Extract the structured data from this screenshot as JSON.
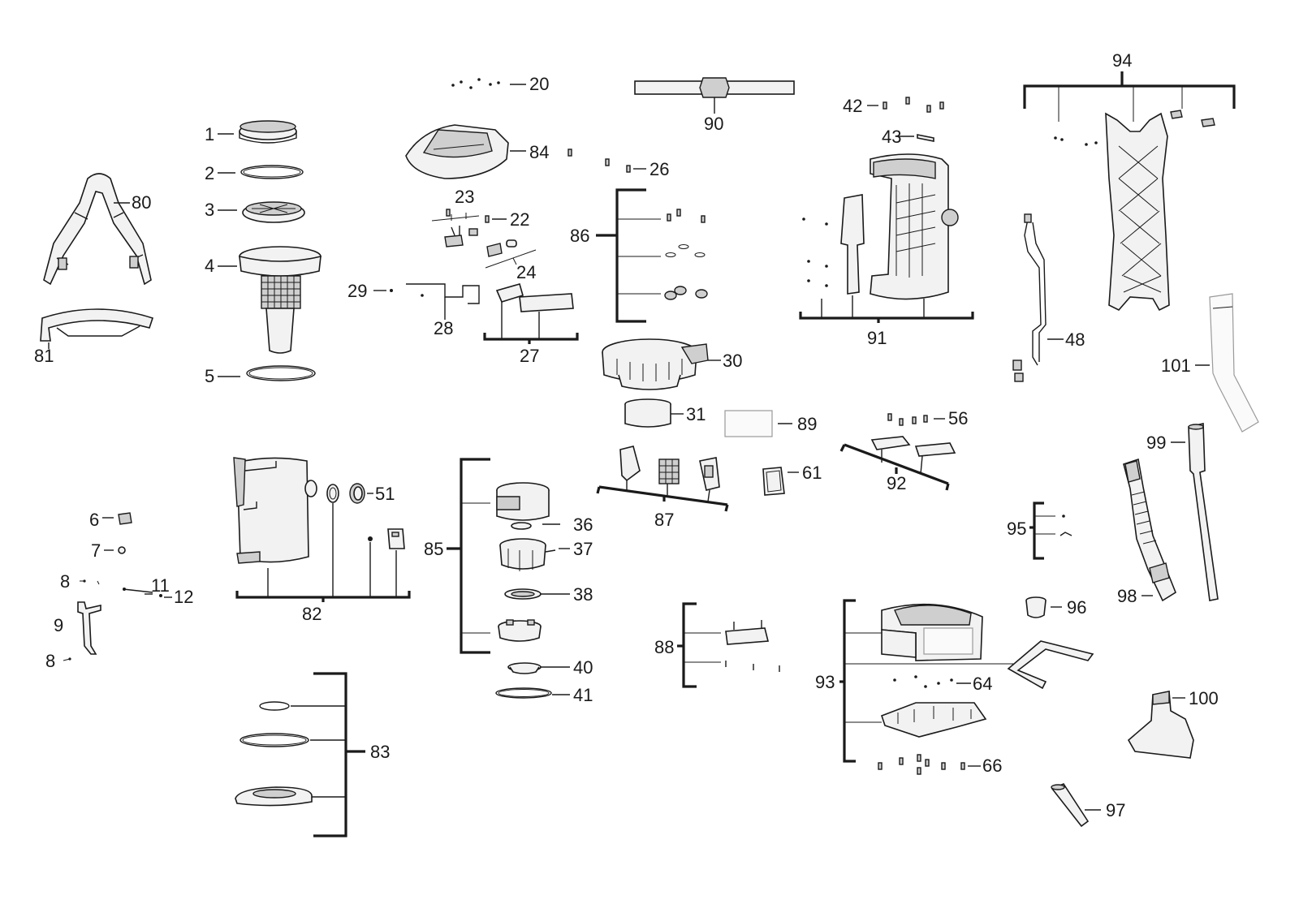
{
  "labels": {
    "p1": "1",
    "p2": "2",
    "p3": "3",
    "p4": "4",
    "p5": "5",
    "p6": "6",
    "p7": "7",
    "p8a": "8",
    "p8b": "8",
    "p9": "9",
    "p11": "11",
    "p12": "12",
    "p20": "20",
    "p22": "22",
    "p23": "23",
    "p24": "24",
    "p26": "26",
    "p27": "27",
    "p28": "28",
    "p29": "29",
    "p30": "30",
    "p31": "31",
    "p36": "36",
    "p37": "37",
    "p38": "38",
    "p40": "40",
    "p41": "41",
    "p42": "42",
    "p43": "43",
    "p48": "48",
    "p51": "51",
    "p56": "56",
    "p61": "61",
    "p64": "64",
    "p66": "66",
    "p80": "80",
    "p81": "81",
    "p82": "82",
    "p83": "83",
    "p84": "84",
    "p85": "85",
    "p86": "86",
    "p87": "87",
    "p88": "88",
    "p89": "89",
    "p90": "90",
    "p91": "91",
    "p92": "92",
    "p93": "93",
    "p94": "94",
    "p95": "95",
    "p96": "96",
    "p97": "97",
    "p98": "98",
    "p99": "99",
    "p100": "100",
    "p101": "101"
  }
}
